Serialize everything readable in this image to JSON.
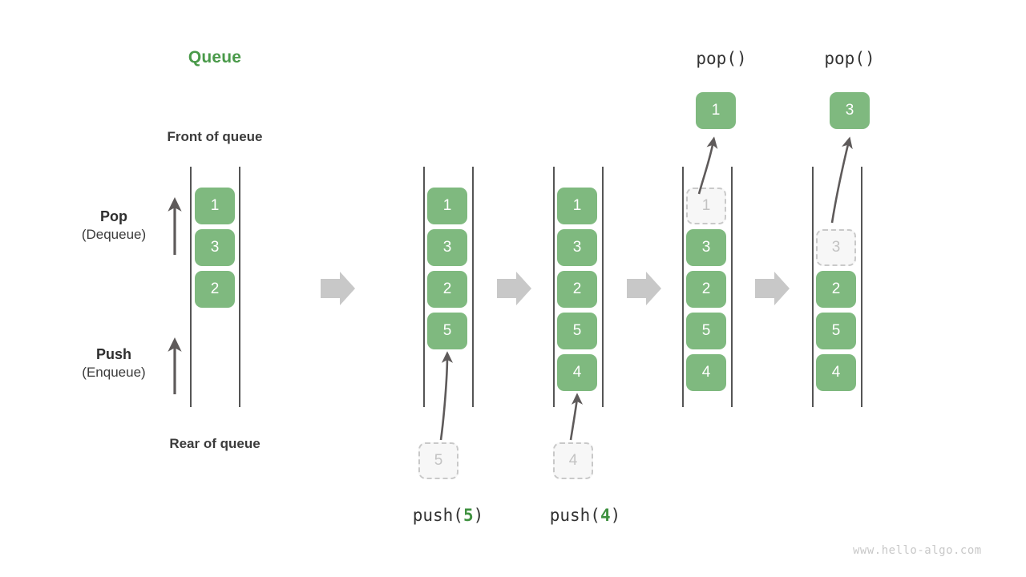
{
  "diagram": {
    "title": "Queue",
    "title_color": "#4a9a4a",
    "watermark": "www.hello-algo.com",
    "element_color": "#7fb97f",
    "ghost_color": "#f7f7f7",
    "flow_arrow_color": "#c8c8c8",
    "labels": {
      "front_of_queue": "Front of queue",
      "rear_of_queue": "Rear of queue",
      "pop_main": "Pop",
      "pop_sub": "(Dequeue)",
      "push_main": "Push",
      "push_sub": "(Enqueue)"
    },
    "stages": [
      {
        "id": "initial",
        "caption": "",
        "caption_prefix": "",
        "caption_arg": "",
        "caption_suffix": "",
        "items": [
          {
            "value": "1",
            "state": "filled"
          },
          {
            "value": "3",
            "state": "filled"
          },
          {
            "value": "2",
            "state": "filled"
          }
        ],
        "incoming": null,
        "outgoing": null
      },
      {
        "id": "push-5",
        "caption": "push(5)",
        "caption_prefix": "push(",
        "caption_arg": "5",
        "caption_suffix": ")",
        "items": [
          {
            "value": "1",
            "state": "filled"
          },
          {
            "value": "3",
            "state": "filled"
          },
          {
            "value": "2",
            "state": "filled"
          },
          {
            "value": "5",
            "state": "filled"
          }
        ],
        "incoming": {
          "value": "5",
          "state": "ghost",
          "position": "below"
        },
        "outgoing": null
      },
      {
        "id": "push-4",
        "caption": "push(4)",
        "caption_prefix": "push(",
        "caption_arg": "4",
        "caption_suffix": ")",
        "items": [
          {
            "value": "1",
            "state": "filled"
          },
          {
            "value": "3",
            "state": "filled"
          },
          {
            "value": "2",
            "state": "filled"
          },
          {
            "value": "5",
            "state": "filled"
          },
          {
            "value": "4",
            "state": "filled"
          }
        ],
        "incoming": {
          "value": "4",
          "state": "ghost",
          "position": "below"
        },
        "outgoing": null
      },
      {
        "id": "pop-1",
        "caption": "pop()",
        "caption_prefix": "pop()",
        "caption_arg": "",
        "caption_suffix": "",
        "items": [
          {
            "value": "1",
            "state": "ghost"
          },
          {
            "value": "3",
            "state": "filled"
          },
          {
            "value": "2",
            "state": "filled"
          },
          {
            "value": "5",
            "state": "filled"
          },
          {
            "value": "4",
            "state": "filled"
          }
        ],
        "incoming": null,
        "outgoing": {
          "value": "1",
          "state": "filled",
          "position": "above"
        }
      },
      {
        "id": "pop-3",
        "caption": "pop()",
        "caption_prefix": "pop()",
        "caption_arg": "",
        "caption_suffix": "",
        "items": [
          {
            "value": "3",
            "state": "ghost"
          },
          {
            "value": "2",
            "state": "filled"
          },
          {
            "value": "5",
            "state": "filled"
          },
          {
            "value": "4",
            "state": "filled"
          }
        ],
        "incoming": null,
        "outgoing": {
          "value": "3",
          "state": "filled",
          "position": "above"
        }
      }
    ]
  }
}
